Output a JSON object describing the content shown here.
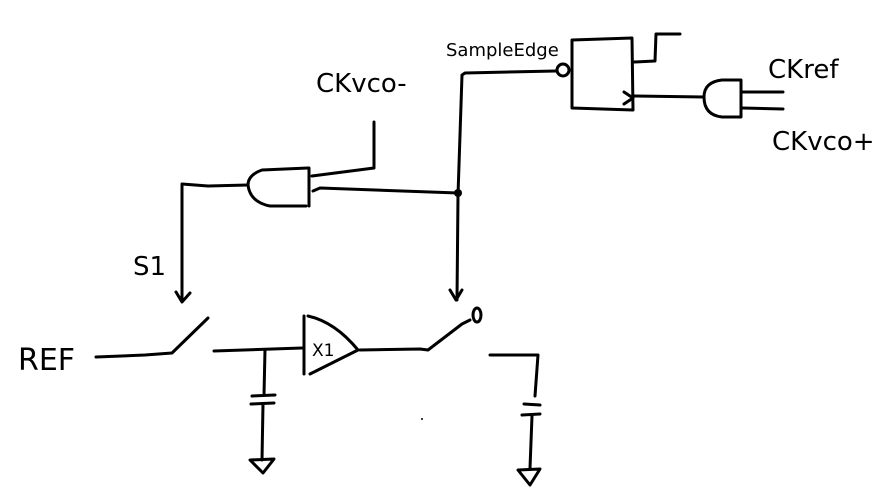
{
  "diagram": {
    "type": "hand-drawn circuit schematic",
    "labels": {
      "sample_edge": "SampleEdge",
      "ck_vco_minus": "CKvco-",
      "ck_ref": "CKref",
      "ck_vco_plus": "CKvco+",
      "s1": "S1",
      "ref": "REF",
      "buffer_gain": "X1"
    },
    "components": [
      {
        "id": "dff",
        "kind": "flip-flop",
        "inputs": [
          "clock from AND gate"
        ],
        "output": "SampleEdge (inverted)"
      },
      {
        "id": "and_top",
        "kind": "AND gate",
        "inputs": [
          "CKref",
          "CKvco+"
        ]
      },
      {
        "id": "and_left",
        "kind": "AND gate",
        "inputs": [
          "CKvco-",
          "SampleEdge"
        ],
        "output": "S1"
      },
      {
        "id": "switch_s1",
        "kind": "switch",
        "control": "S1"
      },
      {
        "id": "cap1",
        "kind": "capacitor to ground"
      },
      {
        "id": "buffer",
        "kind": "unity-gain buffer",
        "gain": "X1"
      },
      {
        "id": "switch2",
        "kind": "switch",
        "control": "SampleEdge"
      },
      {
        "id": "cap2",
        "kind": "capacitor to ground"
      }
    ]
  }
}
